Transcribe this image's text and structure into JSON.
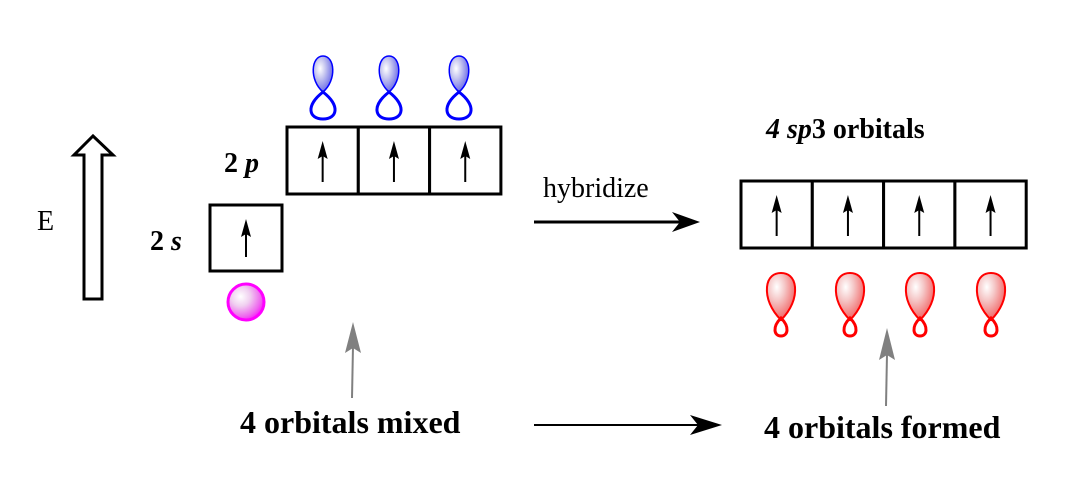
{
  "diagram": {
    "energy_axis": {
      "label": "E"
    },
    "left": {
      "s_level": {
        "label_num": "2",
        "label_orb": "s",
        "boxes": 1,
        "electrons": [
          "up"
        ],
        "orbital_color": "#ff00ff"
      },
      "p_level": {
        "label_num": "2",
        "label_orb": "p",
        "boxes": 3,
        "electrons": [
          "up",
          "up",
          "up"
        ],
        "orbital_color": "#0000ff"
      }
    },
    "process": {
      "label": "hybridize"
    },
    "right": {
      "title_num": "4",
      "title_orb": "sp",
      "title_sup": "3",
      "title_rest": " orbitals",
      "boxes": 4,
      "electrons": [
        "up",
        "up",
        "up",
        "up"
      ],
      "orbital_color": "#ff0000"
    },
    "bottom": {
      "left_caption": "4 orbitals mixed",
      "right_caption": "4 orbitals formed",
      "pointer_color": "#808080"
    }
  }
}
